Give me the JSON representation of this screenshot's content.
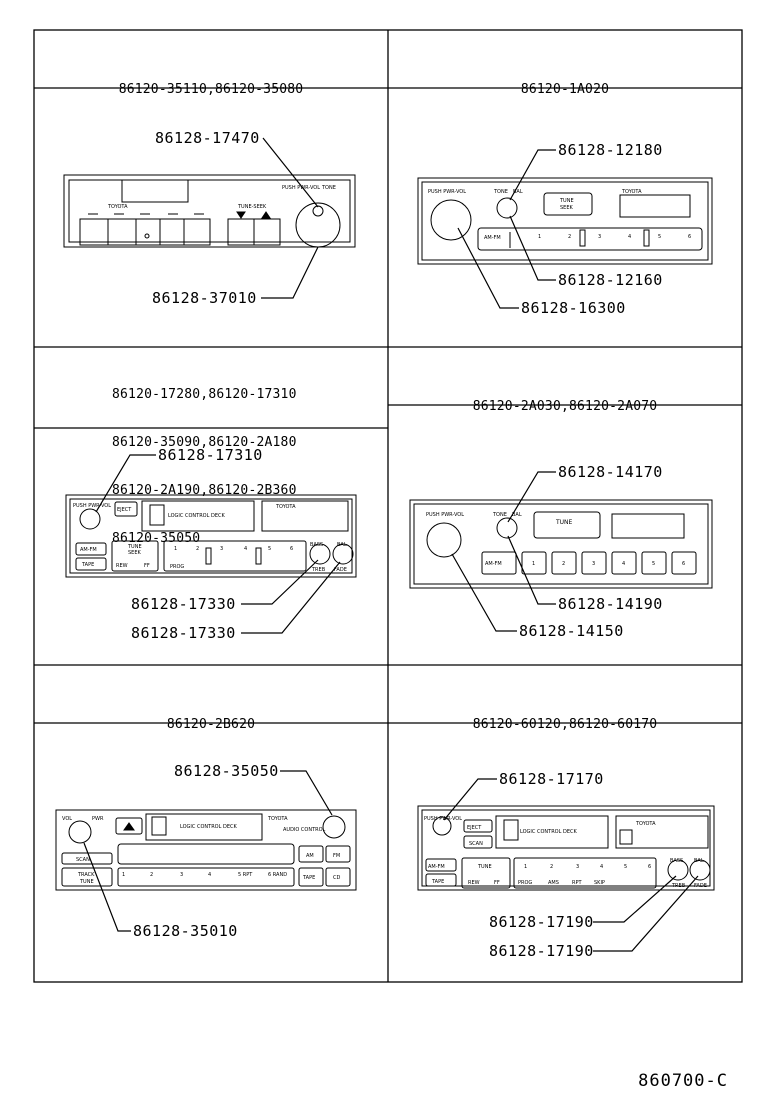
{
  "panels": [
    {
      "header_lines": [
        "86120-35110,86120-35080"
      ],
      "callouts": [
        "86128-17470",
        "86128-37010"
      ],
      "radio_labels": {
        "brand": "TOYOTA",
        "pwr": "PUSH PWR-VOL",
        "tone": "TONE",
        "tune": "TUNE-SEEK"
      }
    },
    {
      "header_lines": [
        "86120-1A020"
      ],
      "callouts": [
        "86128-12180",
        "86128-12160",
        "86128-16300"
      ],
      "radio_labels": {
        "brand": "TOYOTA",
        "pwr": "PUSH PWR-VOL",
        "tone": "TONE",
        "bal": "BAL",
        "tune": "TUNE",
        "seek": "SEEK",
        "amfm": "AM-FM",
        "presets": [
          "1",
          "2",
          "3",
          "4",
          "5",
          "6"
        ]
      }
    },
    {
      "header_lines": [
        "86120-17280,86120-17310",
        "86120-35090,86120-2A180",
        "86120-2A190,86120-2B360",
        "86120-35050"
      ],
      "callouts": [
        "86128-17310",
        "86128-17330",
        "86128-17330"
      ],
      "radio_labels": {
        "brand": "TOYOTA",
        "pwr": "PUSH PWR-VOL",
        "eject": "EJECT",
        "deck": "LOGIC CONTROL DECK",
        "amfm": "AM-FM",
        "tape": "TAPE",
        "tune": "TUNE",
        "seek": "SEEK",
        "rew": "REW",
        "ff": "FF",
        "prog": "PROG",
        "bass": "BASS",
        "bal": "BAL",
        "treb": "TREB",
        "fade": "FADE",
        "presets": [
          "1",
          "2",
          "3",
          "4",
          "5",
          "6"
        ]
      }
    },
    {
      "header_lines": [
        "86120-2A030,86120-2A070"
      ],
      "callouts": [
        "86128-14170",
        "86128-14190",
        "86128-14150"
      ],
      "radio_labels": {
        "pwr": "PUSH PWR-VOL",
        "tone": "TONE",
        "bal": "BAL",
        "tune": "TUNE",
        "amfm": "AM-FM",
        "presets": [
          "1",
          "2",
          "3",
          "4",
          "5",
          "6"
        ]
      }
    },
    {
      "header_lines": [
        "86120-2B620"
      ],
      "callouts": [
        "86128-35050",
        "86128-35010"
      ],
      "radio_labels": {
        "brand": "TOYOTA",
        "vol": "VOL",
        "pwr": "PWR",
        "deck": "LOGIC CONTROL DECK",
        "audio": "AUDIO CONTROL",
        "scan": "SCAN",
        "track": "TRACK",
        "tune": "TUNE",
        "am": "AM",
        "fm": "FM",
        "tape": "TAPE",
        "cd": "CD",
        "presets": [
          "1",
          "2",
          "3",
          "4",
          "5 RPT",
          "6 RAND"
        ]
      }
    },
    {
      "header_lines": [
        "86120-60120,86120-60170"
      ],
      "callouts": [
        "86128-17170",
        "86128-17190",
        "86128-17190"
      ],
      "radio_labels": {
        "brand": "TOYOTA",
        "pwr": "PUSH PWR-VOL",
        "eject": "EJECT",
        "scan": "SCAN",
        "deck": "LOGIC CONTROL DECK",
        "amfm": "AM-FM",
        "tape": "TAPE",
        "tune": "TUNE",
        "rew": "REW",
        "ff": "FF",
        "prog": "PROG",
        "ams": "AMS",
        "rpt": "RPT",
        "skip": "SKIP",
        "bass": "BASS",
        "bal": "BAL",
        "treb": "TREB",
        "fade": "FADE",
        "presets": [
          "1",
          "2",
          "3",
          "4",
          "5",
          "6"
        ]
      }
    }
  ],
  "drawing_number": "860700-C"
}
